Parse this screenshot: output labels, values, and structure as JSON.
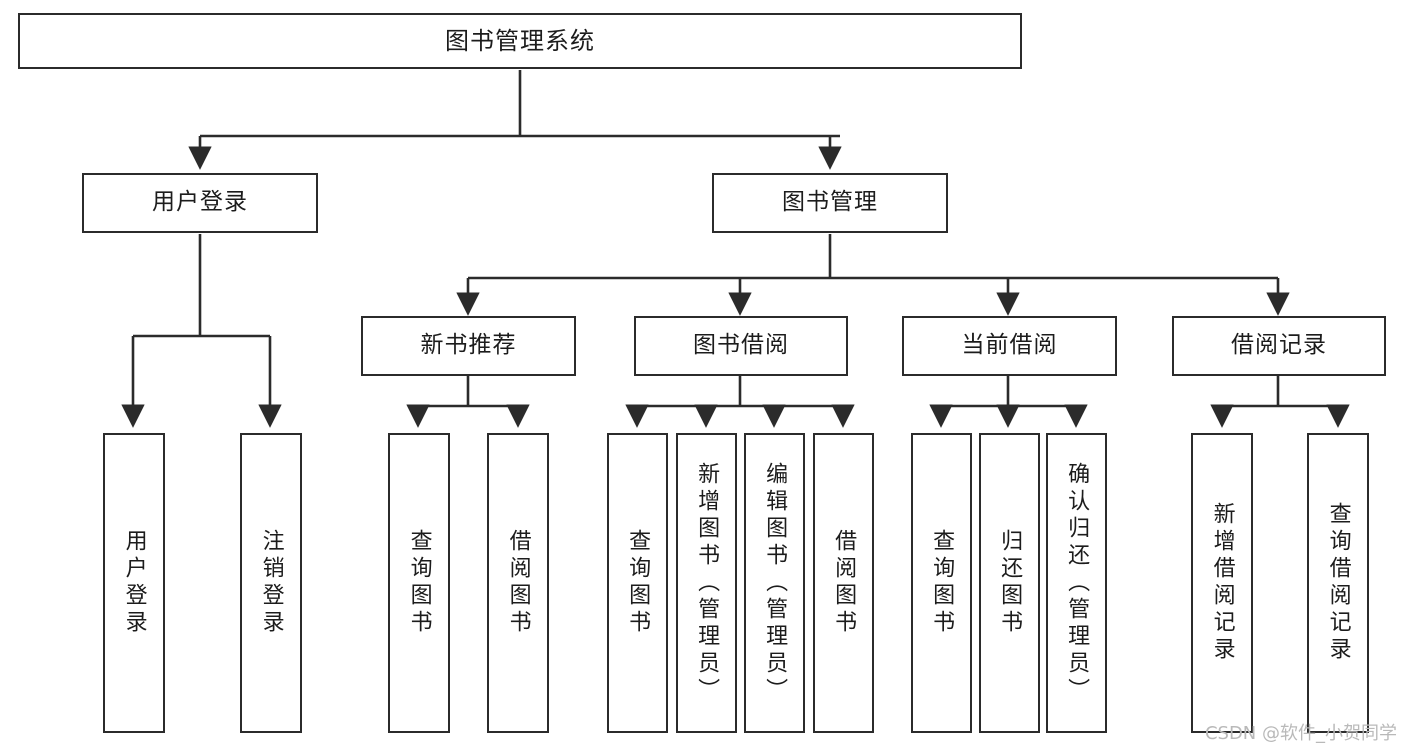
{
  "diagram": {
    "type": "tree-hierarchy",
    "title": "图书管理系统",
    "watermark": "CSDN @软件_小贺同学",
    "colors": {
      "stroke": "#2b2b2b",
      "fill": "#ffffff",
      "text": "#1c1c1c",
      "watermark": "#b9b9b9"
    },
    "levels": [
      {
        "level": 0,
        "nodes": [
          {
            "id": "root",
            "label": "图书管理系统",
            "orientation": "horizontal"
          }
        ]
      },
      {
        "level": 1,
        "nodes": [
          {
            "id": "l1-login",
            "label": "用户登录",
            "orientation": "horizontal",
            "parent": "root"
          },
          {
            "id": "l1-bookmgmt",
            "label": "图书管理",
            "orientation": "horizontal",
            "parent": "root"
          }
        ]
      },
      {
        "level": 2,
        "nodes": [
          {
            "id": "l2-newbook",
            "label": "新书推荐",
            "orientation": "horizontal",
            "parent": "l1-bookmgmt"
          },
          {
            "id": "l2-borrow",
            "label": "图书借阅",
            "orientation": "horizontal",
            "parent": "l1-bookmgmt"
          },
          {
            "id": "l2-current",
            "label": "当前借阅",
            "orientation": "horizontal",
            "parent": "l1-bookmgmt"
          },
          {
            "id": "l2-records",
            "label": "借阅记录",
            "orientation": "horizontal",
            "parent": "l1-bookmgmt"
          }
        ]
      },
      {
        "level": 3,
        "nodes": [
          {
            "id": "leaf-1",
            "label": "用户登录",
            "orientation": "vertical",
            "parent": "l1-login"
          },
          {
            "id": "leaf-2",
            "label": "注销登录",
            "orientation": "vertical",
            "parent": "l1-login"
          },
          {
            "id": "leaf-3",
            "label": "查询图书",
            "orientation": "vertical",
            "parent": "l2-newbook"
          },
          {
            "id": "leaf-4",
            "label": "借阅图书",
            "orientation": "vertical",
            "parent": "l2-newbook"
          },
          {
            "id": "leaf-5",
            "label": "查询图书",
            "orientation": "vertical",
            "parent": "l2-borrow"
          },
          {
            "id": "leaf-6",
            "label": "新增图书（管理员）",
            "orientation": "vertical",
            "parent": "l2-borrow"
          },
          {
            "id": "leaf-7",
            "label": "编辑图书（管理员）",
            "orientation": "vertical",
            "parent": "l2-borrow"
          },
          {
            "id": "leaf-8",
            "label": "借阅图书",
            "orientation": "vertical",
            "parent": "l2-borrow"
          },
          {
            "id": "leaf-9",
            "label": "查询图书",
            "orientation": "vertical",
            "parent": "l2-current"
          },
          {
            "id": "leaf-10",
            "label": "归还图书",
            "orientation": "vertical",
            "parent": "l2-current"
          },
          {
            "id": "leaf-11",
            "label": "确认归还（管理员）",
            "orientation": "vertical",
            "parent": "l2-current"
          },
          {
            "id": "leaf-12",
            "label": "新增借阅记录",
            "orientation": "vertical",
            "parent": "l2-records"
          },
          {
            "id": "leaf-13",
            "label": "查询借阅记录",
            "orientation": "vertical",
            "parent": "l2-records"
          }
        ]
      }
    ]
  }
}
